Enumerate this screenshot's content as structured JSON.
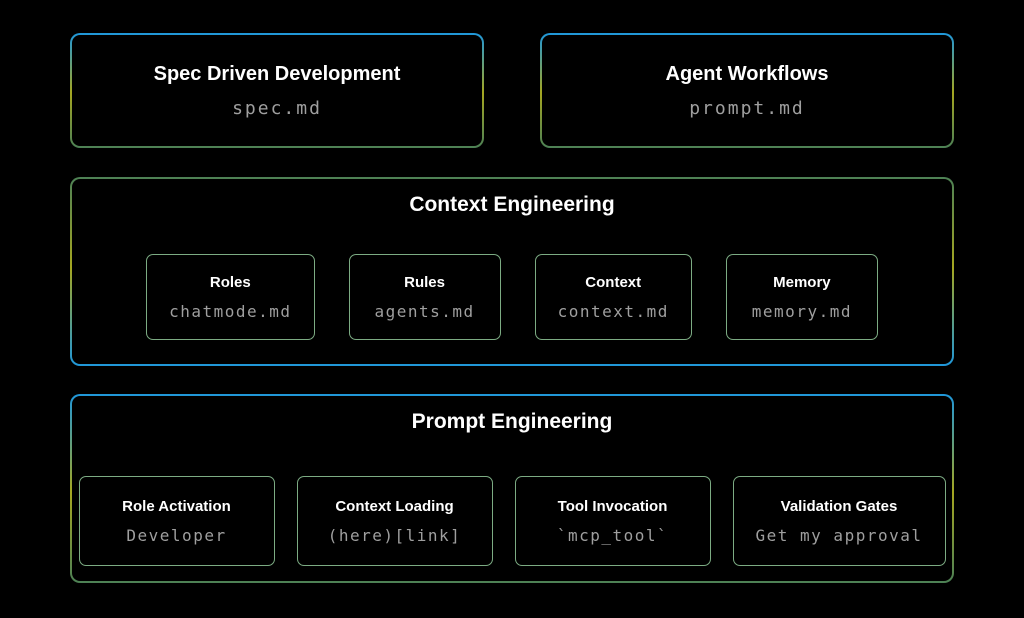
{
  "colors": {
    "gradient_blue": "#1f97da",
    "gradient_olive": "#a4a621",
    "gradient_green": "#4d8155",
    "inner_border_green": "#7cab83",
    "title_color": "#ffffff",
    "code_color": "#9f9f9f",
    "background": "#000000"
  },
  "top_cards": [
    {
      "title": "Spec Driven Development",
      "code": "spec.md"
    },
    {
      "title": "Agent Workflows",
      "code": "prompt.md"
    }
  ],
  "sections": [
    {
      "title": "Context Engineering",
      "cards": [
        {
          "title": "Roles",
          "code": "chatmode.md"
        },
        {
          "title": "Rules",
          "code": "agents.md"
        },
        {
          "title": "Context",
          "code": "context.md"
        },
        {
          "title": "Memory",
          "code": "memory.md"
        }
      ]
    },
    {
      "title": "Prompt Engineering",
      "cards": [
        {
          "title": "Role Activation",
          "code": "Developer"
        },
        {
          "title": "Context Loading",
          "code": "(here)[link]"
        },
        {
          "title": "Tool Invocation",
          "code": "`mcp_tool`"
        },
        {
          "title": "Validation Gates",
          "code": "Get my approval"
        }
      ]
    }
  ]
}
